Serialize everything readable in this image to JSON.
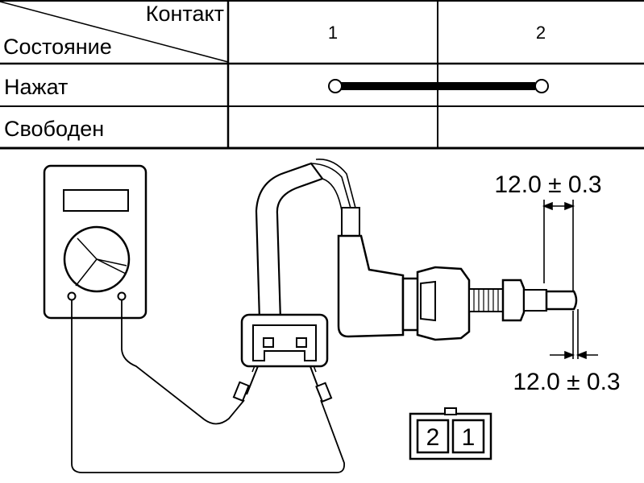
{
  "table": {
    "header_top": "Контакт",
    "header_bottom": "Состояние",
    "columns": [
      "1",
      "2"
    ],
    "rows": [
      {
        "label": "Нажат",
        "connected": true
      },
      {
        "label": "Свободен",
        "connected": false
      }
    ]
  },
  "diagram": {
    "dimension_top": "12.0 ± 0.3",
    "dimension_bottom": "12.0 ± 0.3",
    "connector_pins": [
      "2",
      "1"
    ]
  }
}
